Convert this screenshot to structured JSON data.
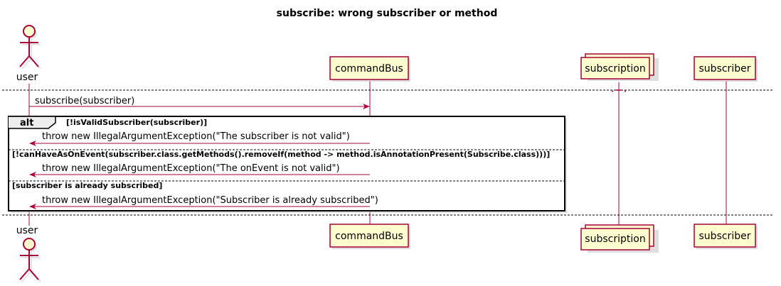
{
  "title": "subscribe: wrong subscriber or method",
  "participants": {
    "user": "user",
    "commandBus": "commandBus",
    "subscription": "subscription",
    "subscriber": "subscriber"
  },
  "messages": {
    "m1": "subscribe(subscriber)",
    "m2": "throw new IllegalArgumentException(\"The subscriber is not valid\")",
    "m3": "throw new IllegalArgumentException(\"The onEvent is not valid\")",
    "m4": "throw new IllegalArgumentException(\"Subscriber is already subscribed\")"
  },
  "alt": {
    "keyword": "alt",
    "cond1": "[!isValidSubscriber(subscriber)]",
    "cond2": "[!canHaveAsOnEvent(subscriber.class.getMethods().removeIf(method -> method.isAnnotationPresent(Subscribe.class)))]",
    "cond3": "[subscriber is already subscribed]"
  },
  "colors": {
    "lifeline": "#A80036",
    "participant_fill": "#FEFECE",
    "actor_fill": "#FEFECE",
    "shadow": "#C8C8C8"
  }
}
